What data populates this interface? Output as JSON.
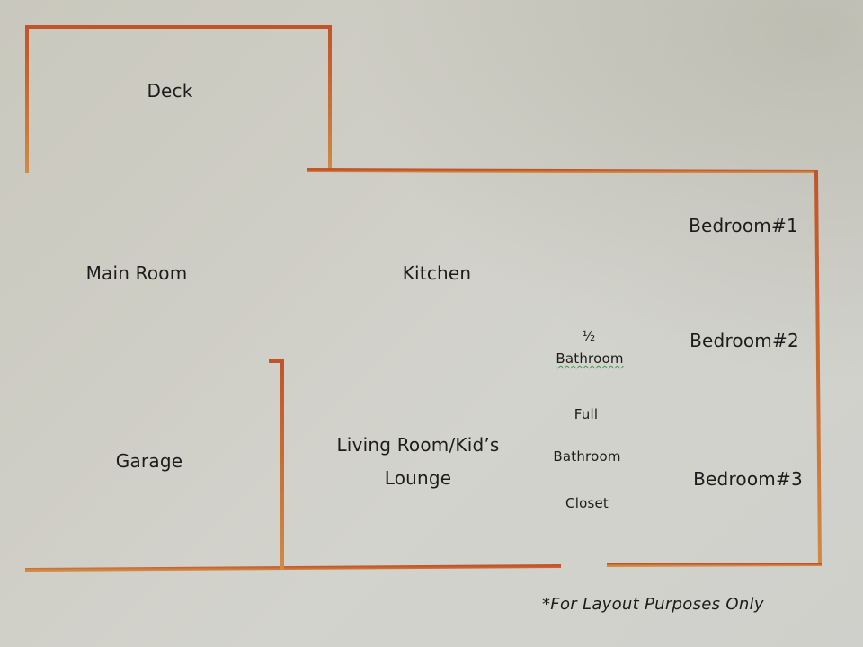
{
  "floorplan": {
    "wall_color": "#c8733a",
    "wall_color_top": "#c2542a",
    "rooms": {
      "deck": "Deck",
      "main_room": "Main Room",
      "kitchen": "Kitchen",
      "garage": "Garage",
      "living_room": "Living Room/Kid’s\nLounge",
      "half_bath_fraction": "½",
      "half_bath": "Bathroom",
      "full_bath_top": "Full",
      "full_bath_bottom": "Bathroom",
      "closet": "Closet",
      "bedroom1": "Bedroom#1",
      "bedroom2": "Bedroom#2",
      "bedroom3": "Bedroom#3"
    },
    "footnote": "*For Layout Purposes Only"
  }
}
